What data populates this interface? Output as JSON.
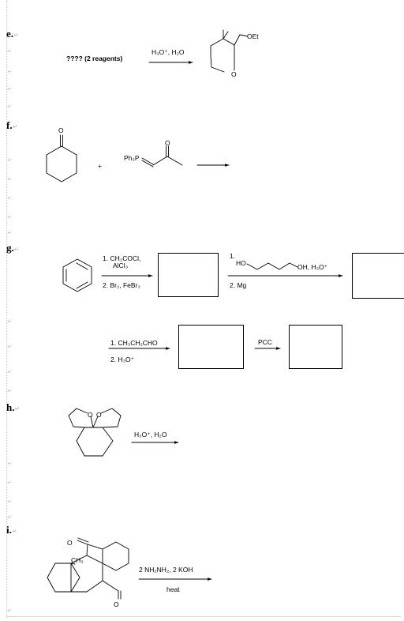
{
  "pilcrow": "↵",
  "problems": [
    {
      "label": "e.",
      "starting_material": "???? (2 reagents)",
      "reagents": "H₃O⁺, H₂O",
      "product_substituent": "OEt",
      "ring_atom": "O"
    },
    {
      "label": "f.",
      "ketone_oxygen": "O",
      "plus": "+",
      "ylide_prefix": "Ph₃P",
      "ylide_oxygen": "O"
    },
    {
      "label": "g.",
      "step1_reagents": [
        "1. CH₃COCl,",
        "AlCl₃",
        "2. Br₂, FeBr₃"
      ],
      "step2_reagents": {
        "num": "1.",
        "diol_left": "HO",
        "diol_right": "OH, H₃O⁺",
        "line2": "2. Mg"
      },
      "step3_reagents": [
        "1. CH₃CH₂CHO",
        "2. H₃O⁺"
      ],
      "step4_reagent": "PCC"
    },
    {
      "label": "h.",
      "ring_oxygens": [
        "O",
        "O"
      ],
      "reagents": "H₃O⁺, H₂O"
    },
    {
      "label": "i.",
      "methyl": "CH₃",
      "carbonyl_oxygens": [
        "O",
        "O"
      ],
      "reagents_top": "2 NH₂NH₂, 2 KOH",
      "reagents_bottom": "heat"
    }
  ]
}
